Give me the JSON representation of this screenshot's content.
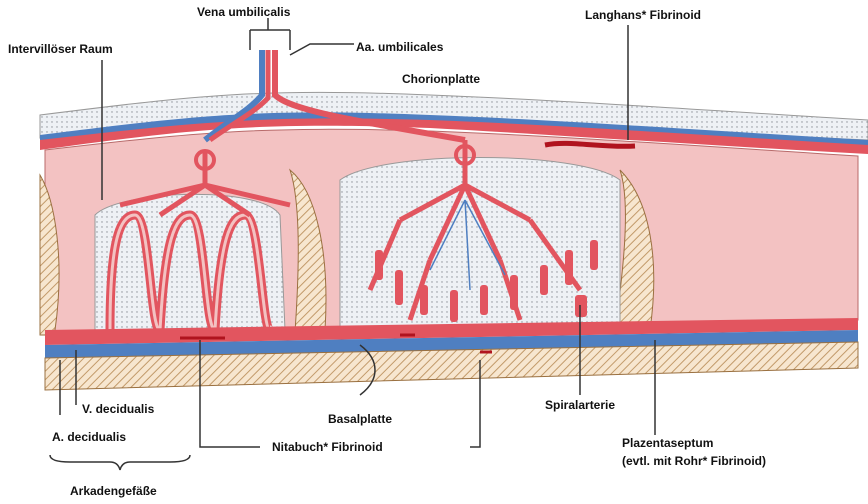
{
  "labels": {
    "vena_umbilicalis": "Vena umbilicalis",
    "langhans_fibrinoid": "Langhans* Fibrinoid",
    "intervillous_space": "Intervillöser Raum",
    "aa_umbilicales": "Aa. umbilicales",
    "chorionplatte": "Chorionplatte",
    "v_decidualis": "V. decidualis",
    "a_decidualis": "A. decidualis",
    "arkadengefaesse": "Arkadengefäße",
    "basalplatte": "Basalplatte",
    "nitabuch_fibrinoid": "Nitabuch* Fibrinoid",
    "spiralarterie": "Spiralarterie",
    "plazentaseptum": "Plazentaseptum",
    "plazentaseptum_note": "(evtl. mit Rohr* Fibrinoid)"
  },
  "colors": {
    "artery": "#e2555f",
    "vein": "#4f7fc1",
    "tissue": "#f3c2c2",
    "septum_hatch": "#c8a070",
    "space": "#e9eef3",
    "fibrinoid": "#b0131e"
  }
}
